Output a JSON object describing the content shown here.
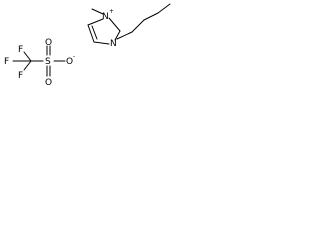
{
  "molecule": {
    "atoms": {
      "n_plus": "N",
      "n_plus_charge": "+",
      "n_butyl": "N",
      "sulfur": "S",
      "o_top": "O",
      "o_bottom": "O",
      "o_minus": "O",
      "o_minus_charge": "-",
      "f_top": "F",
      "f_left": "F",
      "f_bottom": "F"
    }
  },
  "colors": {
    "ink": "#000000",
    "background": "#ffffff"
  }
}
